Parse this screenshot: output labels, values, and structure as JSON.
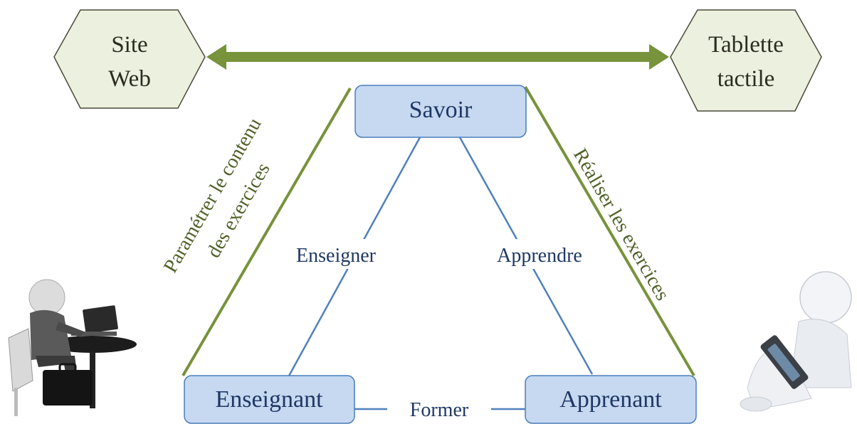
{
  "hexagons": {
    "left": {
      "line1": "Site",
      "line2": "Web"
    },
    "right": {
      "line1": "Tablette",
      "line2": "tactile"
    }
  },
  "boxes": {
    "top": "Savoir",
    "left": "Enseignant",
    "right": "Apprenant"
  },
  "edge_labels": {
    "left": "Enseigner",
    "right": "Apprendre",
    "bottom": "Former"
  },
  "side_labels": {
    "left_line1": "Paramétrer le contenu",
    "left_line2": "des exercices",
    "right": "Réaliser les exercices"
  },
  "colors": {
    "hex_fill": "#ebf1de",
    "hex_stroke": "#4a4a3a",
    "arrow": "#77933c",
    "side_line": "#77933c",
    "side_text": "#4f6228",
    "box_fill": "#c6d9f1",
    "box_stroke": "#4a7ebb",
    "edge": "#4f81bd",
    "box_text": "#1f3864",
    "label_text": "#1f3864"
  }
}
